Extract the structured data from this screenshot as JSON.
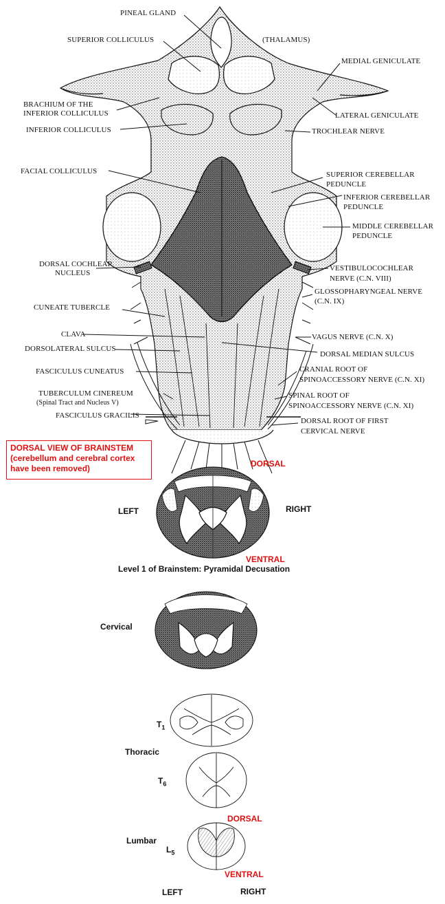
{
  "labels": {
    "pineal_gland": "PINEAL GLAND",
    "superior_colliculus": "SUPERIOR COLLICULUS",
    "thalamus": "(THALAMUS)",
    "medial_geniculate": "MEDIAL GENICULATE",
    "brachium_line1": "BRACHIUM OF THE",
    "brachium_line2": "INFERIOR COLLICULUS",
    "lateral_geniculate": "LATERAL GENICULATE",
    "inferior_colliculus": "INFERIOR COLLICULUS",
    "trochlear_nerve": "TROCHLEAR NERVE",
    "facial_colliculus": "FACIAL COLLICULUS",
    "superior_cerebellar_1": "SUPERIOR CEREBELLAR",
    "superior_cerebellar_2": "PEDUNCLE",
    "inferior_cerebellar_1": "INFERIOR CEREBELLAR",
    "inferior_cerebellar_2": "PEDUNCLE",
    "middle_cerebellar_1": "MIDDLE CEREBELLAR",
    "middle_cerebellar_2": "PEDUNCLE",
    "dorsal_cochlear_1": "DORSAL COCHLEAR",
    "dorsal_cochlear_2": "NUCLEUS",
    "vestibulocochlear_1": "VESTIBULOCOCHLEAR",
    "vestibulocochlear_2": "NERVE (C.N. VIII)",
    "glossopharyngeal_1": "GLOSSOPHARYNGEAL NERVE",
    "glossopharyngeal_2": "(C.N. IX)",
    "cuneate_tubercle": "CUNEATE TUBERCLE",
    "clava": "CLAVA",
    "vagus_nerve": "VAGUS NERVE (C.N. X)",
    "dorsolateral_sulcus": "DORSOLATERAL SULCUS",
    "dorsal_median_sulcus": "DORSAL MEDIAN SULCUS",
    "fasciculus_cuneatus": "FASCICULUS CUNEATUS",
    "cranial_root_1": "CRANIAL ROOT OF",
    "cranial_root_2": "SPINOACCESSORY NERVE (C.N. XI)",
    "tuberculum_1": "TUBERCULUM CINEREUM",
    "tuberculum_2": "(Spinal Tract and Nucleus V)",
    "spinal_root_1": "SPINAL ROOT OF",
    "spinal_root_2": "SPINOACCESSORY NERVE (C.N. XI)",
    "fasciculus_gracilis": "FASCICULUS GRACILIS",
    "dorsal_root_1": "DORSAL ROOT OF FIRST",
    "dorsal_root_2": "CERVICAL NERVE"
  },
  "callout": {
    "line1": "DORSAL VIEW OF BRAINSTEM",
    "line2": "(cerebellum and cerebral cortex",
    "line3": "have been removed)"
  },
  "section1": {
    "dorsal": "DORSAL",
    "left": "LEFT",
    "right": "RIGHT",
    "ventral": "VENTRAL",
    "caption": "Level 1 of Brainstem:  Pyramidal Decusation"
  },
  "spinal": {
    "cervical": "Cervical",
    "t_letter": "T",
    "t1_num": "1",
    "thoracic": "Thoracic",
    "t6_num": "6",
    "dorsal": "DORSAL",
    "lumbar": "Lumbar",
    "l_letter": "L",
    "l5_num": "5",
    "ventral": "VENTRAL",
    "left": "LEFT",
    "right": "RIGHT"
  },
  "colors": {
    "accent_red": "#e01010",
    "line": "#111111"
  }
}
